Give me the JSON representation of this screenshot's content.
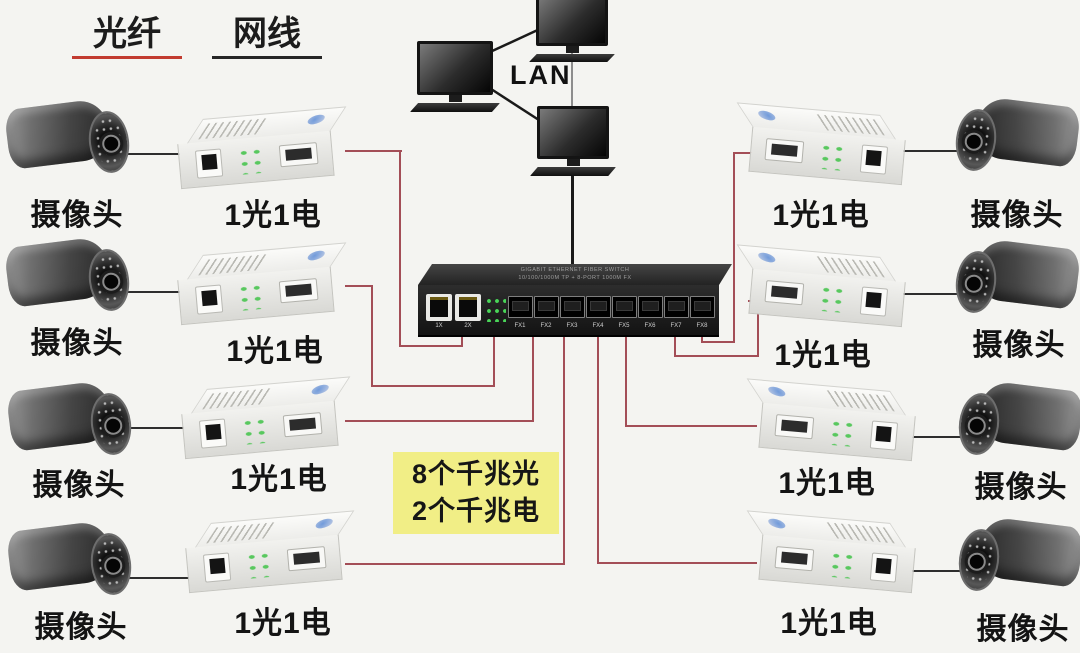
{
  "colors": {
    "fiber_line": "#a34e57",
    "ethernet_line": "#2e2e2e",
    "legend_fiber": "#c23b30",
    "legend_ethernet": "#262626",
    "note_bg": "#f1ee86"
  },
  "legend": {
    "fiber_label": "光纤",
    "ethernet_label": "网线"
  },
  "lan": {
    "label": "LAN"
  },
  "note": {
    "line1": "8个千兆光",
    "line2": "2个千兆电"
  },
  "labels": {
    "camera": "摄像头",
    "converter": "1光1电"
  },
  "switch": {
    "title_line1": "GIGABIT ETHERNET FIBER SWITCH",
    "title_line2": "10/100/1000M TP + 8-PORT 1000M FX",
    "rj45": [
      "1X",
      "2X"
    ],
    "sfp": [
      "FX1",
      "FX2",
      "FX3",
      "FX4",
      "FX5",
      "FX6",
      "FX7",
      "FX8"
    ]
  }
}
